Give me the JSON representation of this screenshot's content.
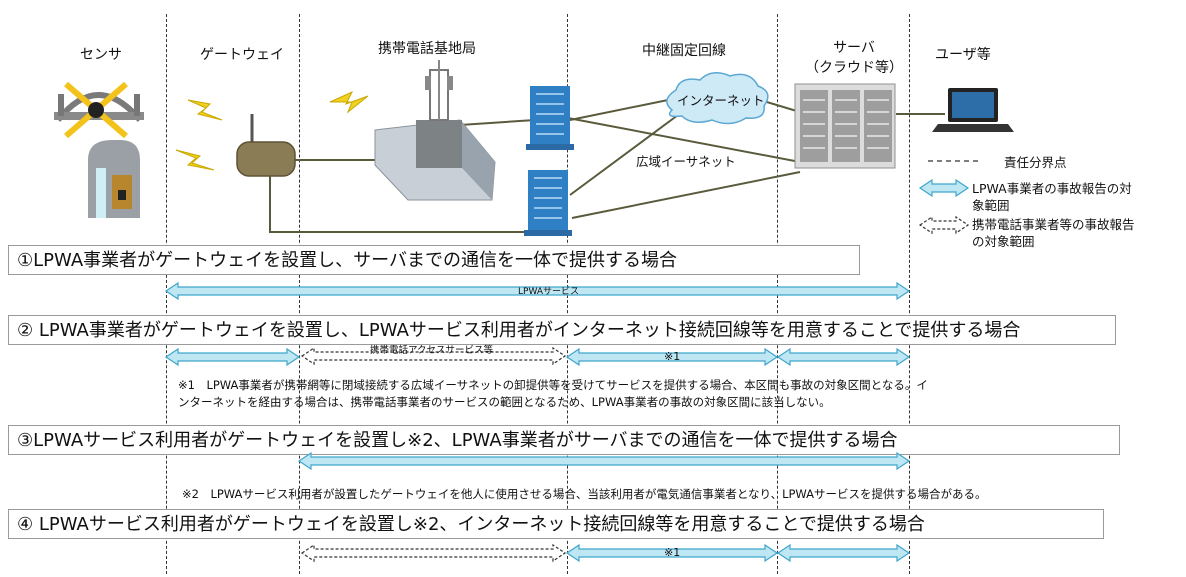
{
  "headers": {
    "sensor": "センサ",
    "gateway": "ゲートウェイ",
    "base_station": "携帯電話基地局",
    "relay_line": "中継固定回線",
    "server": "サーバ\n（クラウド等）",
    "user": "ユーザ等"
  },
  "diagram_labels": {
    "internet": "インターネット",
    "wide_ethernet": "広域イーサネット"
  },
  "legend": {
    "boundary": "責任分界点",
    "lpwa_scope": "LPWA事業者の事故報告の対象範囲",
    "carrier_scope": "携帯電話事業者等の事故報告の対象範囲"
  },
  "cases": {
    "case1": "①LPWA事業者がゲートウェイを設置し、サーバまでの通信を一体で提供する場合",
    "case2": "② LPWA事業者がゲートウェイを設置し、LPWAサービス利用者がインターネット接続回線等を用意することで提供する場合",
    "case3": "③LPWAサービス利用者がゲートウェイを設置し※2、LPWA事業者がサーバまでの通信を一体で提供する場合",
    "case4": "④ LPWAサービス利用者がゲートウェイを設置し※2、インターネット接続回線等を用意することで提供する場合"
  },
  "arrow_labels": {
    "lpwa_service": "LPWAサービス",
    "mobile_access": "携帯電話アクセスサービス等",
    "note1_mark_a": "※1",
    "note1_mark_b": "※1"
  },
  "notes": {
    "note1_line1": "※1　LPWA事業者が携帯網等に閉域接続する広域イーサネットの卸提供等を受けてサービスを提供する場合、本区間も事故の対象区間となる。イ",
    "note1_line2": "ンターネットを経由する場合は、携帯電話事業者のサービスの範囲となるため、LPWA事業者の事故の対象区間に該当しない。",
    "note2": "※2　LPWAサービス利用者が設置したゲートウェイを他人に使用させる場合、当該利用者が電気通信事業者となり、LPWAサービスを提供する場合がある。"
  },
  "colors": {
    "lpwa_arrow_fill": "#bfe6f3",
    "lpwa_arrow_stroke": "#3fa6cc",
    "network_line": "#5a5a3c",
    "boundary_line": "#333333",
    "case_border": "#9a9a9a"
  },
  "icons": [
    "bridge-icon",
    "dam-sensor-icon",
    "wireless-icon",
    "gateway-device-icon",
    "base-station-icon",
    "building-icon",
    "cloud-icon",
    "server-rack-icon",
    "laptop-icon"
  ]
}
